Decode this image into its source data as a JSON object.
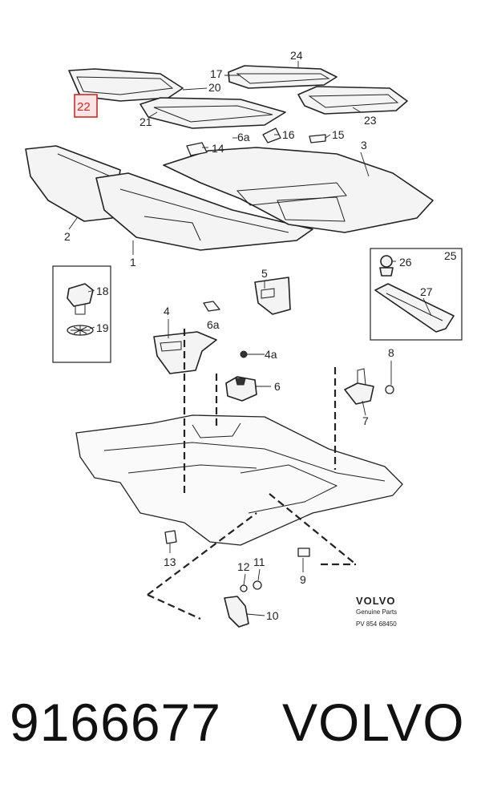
{
  "callouts": {
    "c1": "1",
    "c2": "2",
    "c3": "3",
    "c4": "4",
    "c4a": "4a",
    "c5": "5",
    "c6": "6",
    "c6a_top": "6a",
    "c6a_mid": "6a",
    "c7": "7",
    "c8": "8",
    "c9": "9",
    "c10": "10",
    "c11": "11",
    "c12": "12",
    "c13": "13",
    "c14": "14",
    "c15": "15",
    "c16": "16",
    "c17": "17",
    "c18": "18",
    "c19": "19",
    "c20": "20",
    "c21": "21",
    "c22": "22",
    "c23": "23",
    "c24": "24",
    "c25": "25",
    "c26": "26",
    "c27": "27"
  },
  "highlighted_callout": "22",
  "brand": {
    "name": "VOLVO",
    "tagline": "Genuine Parts",
    "diagram_code": "PV 854 68450"
  },
  "footer": {
    "part_number": "9166677",
    "make": "VOLVO"
  },
  "colors": {
    "highlight": "#cc2b2b",
    "ink": "#222222"
  }
}
